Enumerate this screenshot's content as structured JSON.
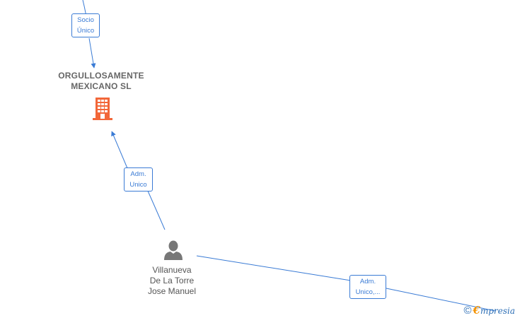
{
  "company": {
    "name_line1": "ORGULLOSAMENTE",
    "name_line2": "MEXICANO  SL",
    "icon": "building-icon",
    "icon_color": "#f26739"
  },
  "person": {
    "name_line1": "Villanueva",
    "name_line2": "De La Torre",
    "name_line3": "Jose Manuel",
    "icon": "person-icon",
    "icon_color": "#777777"
  },
  "relations": [
    {
      "line1": "Socio",
      "line2": "Único"
    },
    {
      "line1": "Adm.",
      "line2": "Unico"
    },
    {
      "line1": "Adm.",
      "line2": "Unico,..."
    }
  ],
  "brand": {
    "copyright": "©",
    "e": "€",
    "rest": "mpresia"
  },
  "colors": {
    "edge": "#3a7bd5",
    "company_icon": "#f26739",
    "person_icon": "#777777"
  }
}
